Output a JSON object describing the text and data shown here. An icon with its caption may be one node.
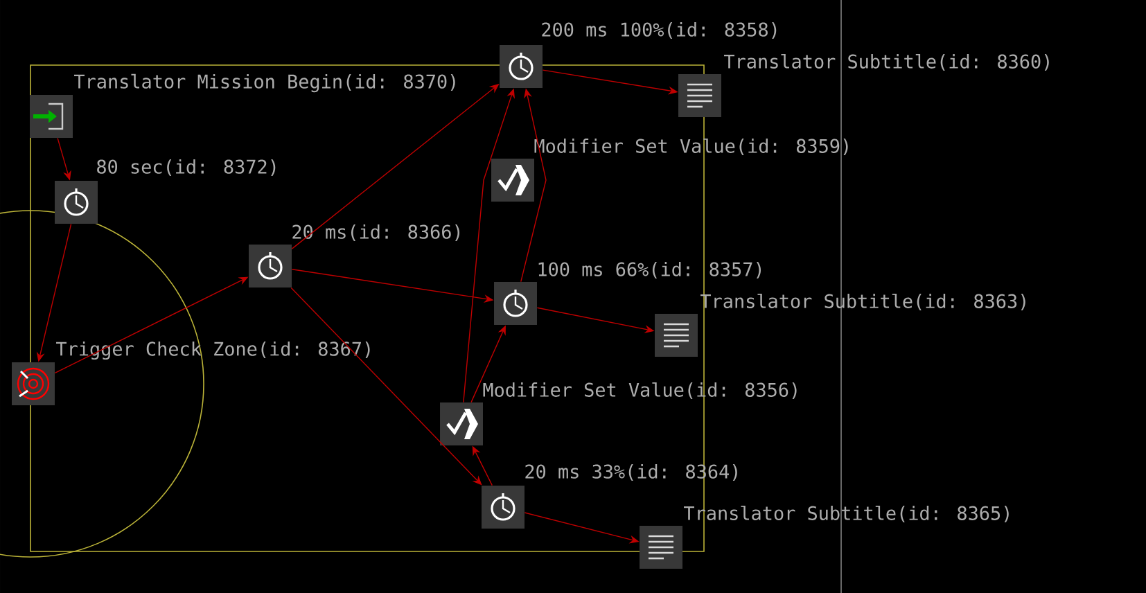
{
  "diagram": {
    "nodes": [
      {
        "text": [
          "Translator Mission Begin(id: 8370)"
        ]
      },
      {
        "text": [
          "80 sec(id: 8372)"
        ]
      },
      {
        "text": [
          "Trigger Check Zone(id: 8367)"
        ]
      },
      {
        "text": [
          "20 ms(id: 8366)"
        ]
      },
      {
        "text": [
          "200 ms 100%(id: 8358)"
        ]
      },
      {
        "text": [
          "Translator Subtitle(id: 8360)"
        ]
      },
      {
        "text": [
          "Modifier Set Value(id: 8359)"
        ]
      },
      {
        "text": [
          "100 ms 66%(id: 8357)"
        ]
      },
      {
        "text": [
          "Translator Subtitle(id: 8363)"
        ]
      },
      {
        "text": [
          "Modifier Set Value(id: 8356)"
        ]
      },
      {
        "text": [
          "20 ms 33%(id: 8364)"
        ]
      },
      {
        "text": [
          "Translator Subtitle(id: 8365)"
        ]
      }
    ],
    "edges": [
      {
        "from": 0,
        "to": 1,
        "arrow": "to"
      },
      {
        "from": 1,
        "to": 2,
        "arrow": "to"
      },
      {
        "from": 2,
        "to": 3,
        "arrow": "to"
      },
      {
        "from": 3,
        "to": 4,
        "arrow": "to"
      },
      {
        "from": 3,
        "to": 7,
        "arrow": "to"
      },
      {
        "from": 3,
        "to": 10,
        "arrow": "to"
      },
      {
        "from": 4,
        "to": 5,
        "arrow": "to"
      },
      {
        "from": 7,
        "to": 8,
        "arrow": "to"
      },
      {
        "from": 10,
        "to": 11,
        "arrow": "to"
      },
      {
        "from": 7,
        "to": 4,
        "arrow": "to"
      },
      {
        "from": 9,
        "to": 4,
        "arrow": "to"
      },
      {
        "from": 9,
        "to": 7,
        "arrow": "to"
      },
      {
        "from": 10,
        "to": 9,
        "arrow": "to"
      }
    ]
  }
}
